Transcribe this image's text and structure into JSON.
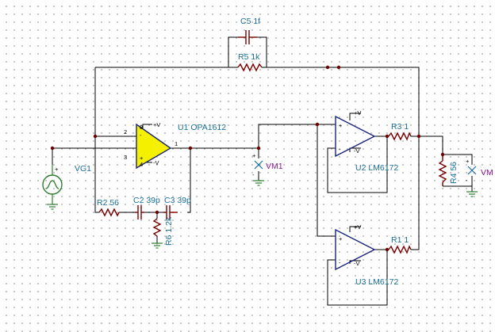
{
  "components": {
    "u1": {
      "ref": "U1",
      "model": "OPA1612"
    },
    "u2": {
      "ref": "U2",
      "model": "LM6172"
    },
    "u3": {
      "ref": "U3",
      "model": "LM6172"
    },
    "c5": {
      "ref": "C5",
      "value": "1f"
    },
    "r5": {
      "ref": "R5",
      "value": "1k"
    },
    "r2": {
      "ref": "R2",
      "value": "56"
    },
    "c2": {
      "ref": "C2",
      "value": "39p"
    },
    "c3": {
      "ref": "C3",
      "value": "39p"
    },
    "r6": {
      "ref": "R6",
      "value": "1.2k"
    },
    "r3": {
      "ref": "R3",
      "value": "1"
    },
    "r1": {
      "ref": "R1",
      "value": "1"
    },
    "r4": {
      "ref": "R4",
      "value": "56"
    },
    "vg1": {
      "ref": "VG1"
    },
    "vm1": {
      "ref": "VM1"
    },
    "vm2": {
      "ref": "VM"
    }
  },
  "labels": {
    "c5": "C5 1f",
    "r5": "R5 1k",
    "u1": "U1 OPA1612",
    "vg1": "VG1",
    "r2": "R2 56",
    "c2": "C2 39p",
    "c3": "C3 39p",
    "r6": "R6 1.2k",
    "vm1": "VM1",
    "u2": "U2 LM6172",
    "r3": "R3 1",
    "r4": "R4 56",
    "vm2": "VM",
    "u3": "U3 LM6172",
    "r1": "R1 1"
  },
  "pins": {
    "plus_v": "+V",
    "minus_v": "-V",
    "plus": "+",
    "minus": "-",
    "u1_in_neg_num": "2",
    "u1_in_pos_num": "3",
    "u1_out_num": "1",
    "u1_top_num": "8",
    "u1_bot_num": "4"
  },
  "colors": {
    "opamp_fill": "#f5f000",
    "opamp_stroke": "#1a237e",
    "label": "#1a6e9a",
    "meter_label": "#8b1a8b",
    "wire": "#000000",
    "component": "#7a0000",
    "ground": "#2e7d32"
  }
}
